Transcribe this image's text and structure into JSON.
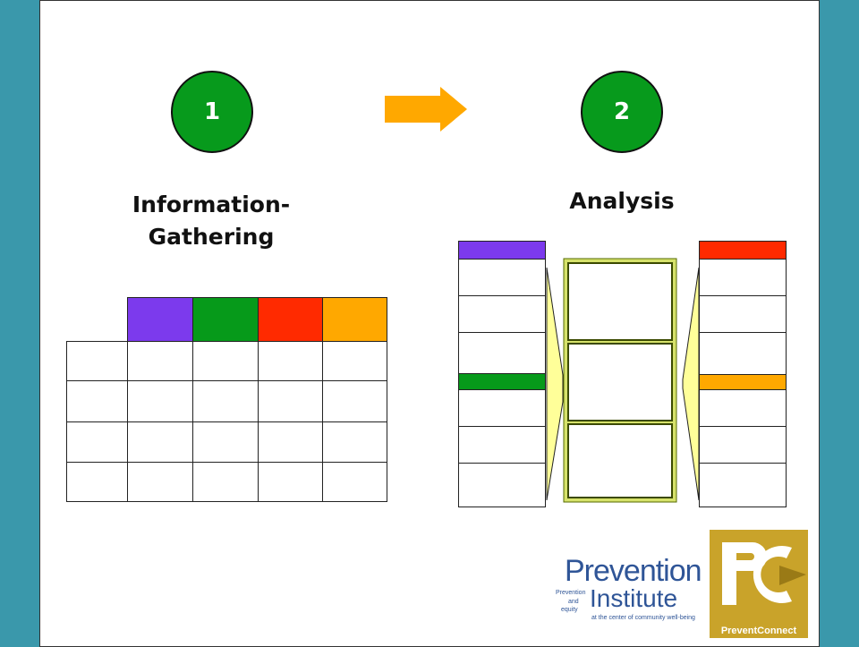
{
  "steps": [
    {
      "number": "1",
      "heading_line1": "Information-",
      "heading_line2": "Gathering"
    },
    {
      "number": "2",
      "heading": "Analysis"
    }
  ],
  "colors": {
    "purple": "#7c3aed",
    "green": "#069a1a",
    "red": "#ff2a00",
    "orange": "#ffa800",
    "arrow": "#ffa800",
    "frame": "#d6e26b",
    "connector": "#ffff99"
  },
  "logos": {
    "prevention_institute": {
      "title": "Prevention",
      "subtitle": "Institute",
      "left_small_1": "Prevention",
      "left_small_2": "and",
      "left_small_3": "equity",
      "tagline": "at the center of community well-being"
    },
    "preventconnect": {
      "label": "PreventConnect"
    }
  }
}
